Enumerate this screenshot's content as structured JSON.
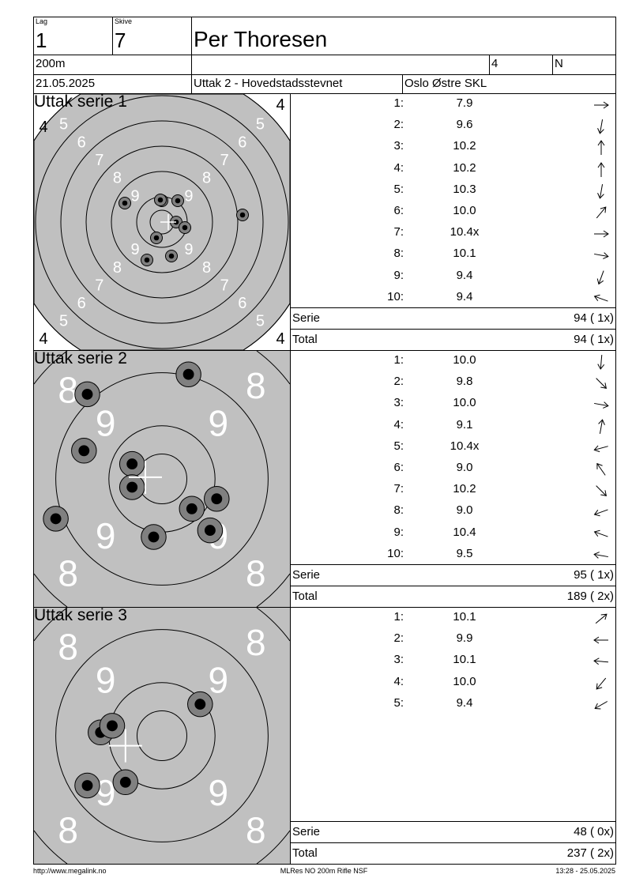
{
  "header": {
    "lag_label": "Lag",
    "lag": "1",
    "skive_label": "Skive",
    "skive": "7",
    "name": "Per Thoresen",
    "distance": "200m",
    "blank": "",
    "class_num": "4",
    "class_letter": "N",
    "date": "21.05.2025",
    "event": "Uttak 2 - Hovedstadsstevnet",
    "club": "Oslo Østre SKL"
  },
  "series": [
    {
      "title": "Uttak serie 1",
      "shots": [
        {
          "n": "1:",
          "value": "7.9",
          "direction": 0
        },
        {
          "n": "2:",
          "value": "9.6",
          "direction": 100
        },
        {
          "n": "3:",
          "value": "10.2",
          "direction": -90
        },
        {
          "n": "4:",
          "value": "10.2",
          "direction": -90
        },
        {
          "n": "5:",
          "value": "10.3",
          "direction": 100
        },
        {
          "n": "6:",
          "value": "10.0",
          "direction": -50
        },
        {
          "n": "7:",
          "value": "10.4x",
          "direction": 0
        },
        {
          "n": "8:",
          "value": "10.1",
          "direction": 10
        },
        {
          "n": "9:",
          "value": "9.4",
          "direction": 110
        },
        {
          "n": "10:",
          "value": "9.4",
          "direction": 200
        }
      ],
      "serie_label": "Serie",
      "serie": "94 ( 1x)",
      "total_label": "Total",
      "total": "94 ( 1x)",
      "target": {
        "scale": 1,
        "center_mark": [
          8,
          0
        ],
        "hits": [
          [
            -47,
            -24
          ],
          [
            0,
            -27
          ],
          [
            -2,
            -28
          ],
          [
            20,
            -27
          ],
          [
            102,
            -9
          ],
          [
            18,
            0
          ],
          [
            29,
            7
          ],
          [
            -7,
            20
          ],
          [
            -19,
            48
          ],
          [
            12,
            43
          ]
        ]
      }
    },
    {
      "title": "Uttak serie 2",
      "shots": [
        {
          "n": "1:",
          "value": "10.0",
          "direction": 95
        },
        {
          "n": "2:",
          "value": "9.8",
          "direction": 45
        },
        {
          "n": "3:",
          "value": "10.0",
          "direction": 10
        },
        {
          "n": "4:",
          "value": "9.1",
          "direction": -80
        },
        {
          "n": "5:",
          "value": "10.4x",
          "direction": 165
        },
        {
          "n": "6:",
          "value": "9.0",
          "direction": 235
        },
        {
          "n": "7:",
          "value": "10.2",
          "direction": 45
        },
        {
          "n": "8:",
          "value": "9.0",
          "direction": 160
        },
        {
          "n": "9:",
          "value": "10.4",
          "direction": 200
        },
        {
          "n": "10:",
          "value": "9.5",
          "direction": 190
        }
      ],
      "serie_label": "Serie",
      "serie": "95 ( 1x)",
      "total_label": "Total",
      "total": "189 ( 2x)",
      "target": {
        "scale": 2.1,
        "center_mark": [
          -10,
          -1
        ],
        "hits": [
          [
            16,
            -63
          ],
          [
            -45,
            -51
          ],
          [
            -47,
            -17
          ],
          [
            -18,
            -9
          ],
          [
            -18,
            5
          ],
          [
            -64,
            24
          ],
          [
            -5,
            35
          ],
          [
            18,
            18
          ],
          [
            33,
            12
          ],
          [
            29,
            31
          ]
        ]
      }
    },
    {
      "title": "Uttak serie 3",
      "shots": [
        {
          "n": "1:",
          "value": "10.1",
          "direction": -40
        },
        {
          "n": "2:",
          "value": "9.9",
          "direction": 180
        },
        {
          "n": "3:",
          "value": "10.1",
          "direction": 185
        },
        {
          "n": "4:",
          "value": "10.0",
          "direction": 130
        },
        {
          "n": "5:",
          "value": "9.4",
          "direction": 150
        }
      ],
      "serie_label": "Serie",
      "serie": "48 ( 0x)",
      "total_label": "Total",
      "total": "237 ( 2x)",
      "target": {
        "scale": 2.1,
        "center_mark": [
          -22,
          6
        ],
        "hits": [
          [
            23,
            -19
          ],
          [
            -37,
            -2
          ],
          [
            -30,
            -6
          ],
          [
            -22,
            28
          ],
          [
            -45,
            30
          ]
        ]
      }
    }
  ],
  "footer": {
    "left": "http://www.megalink.no",
    "center": "MLRes NO 200m Rifle NSF",
    "right": "13:28 - 25.05.2025"
  },
  "colors": {
    "target_grey": "#c0c0c0",
    "hit_ring": "#808080"
  }
}
